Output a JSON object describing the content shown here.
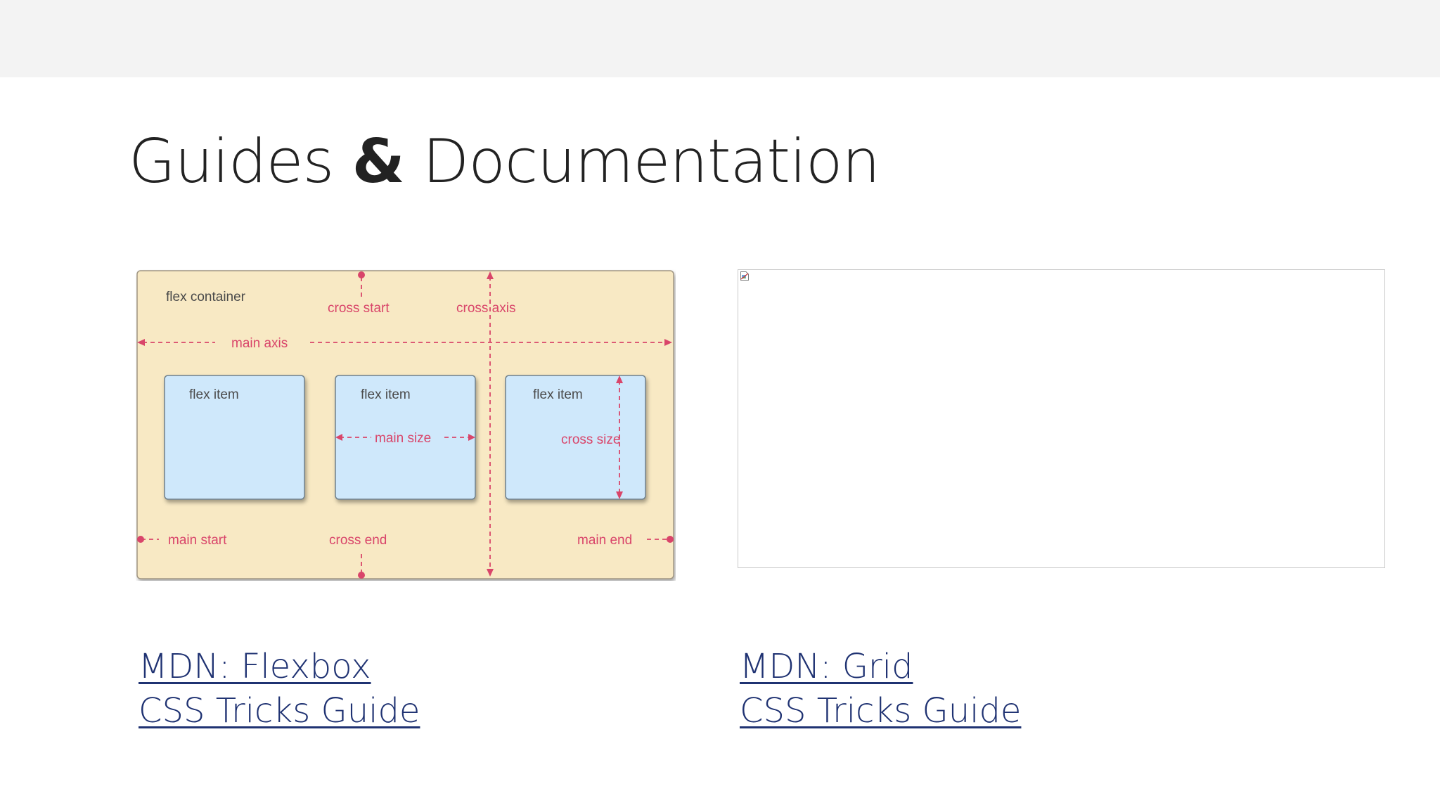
{
  "slide": {
    "title_part1": "Guides",
    "title_amp": "&",
    "title_part2": "Documentation"
  },
  "diagram": {
    "container_label": "flex container",
    "item_label": "flex item",
    "cross_start": "cross start",
    "cross_axis": "cross axis",
    "main_axis": "main axis",
    "main_size": "main size",
    "cross_size": "cross size",
    "main_start": "main start",
    "cross_end": "cross end",
    "main_end": "main end"
  },
  "links": {
    "left": [
      "MDN: Flexbox",
      "CSS Tricks Guide"
    ],
    "right": [
      "MDN: Grid",
      "CSS Tricks Guide"
    ]
  },
  "colors": {
    "container_fill": "#f8e9c4",
    "item_fill": "#cfe8fb",
    "axis_red": "#d9456a",
    "link_blue": "#1f3272",
    "title_text": "#222222"
  },
  "icons": {
    "broken_image": "broken-image-icon"
  }
}
